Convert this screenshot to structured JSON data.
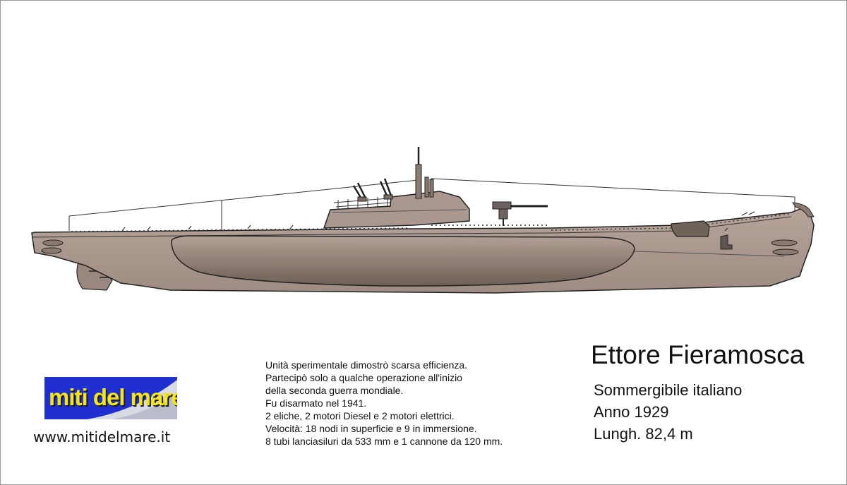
{
  "title": "Ettore Fieramosca",
  "info": {
    "type": "Sommergibile italiano",
    "year": "Anno 1929",
    "length": "Lungh. 82,4 m"
  },
  "description": [
    "Unità sperimentale dimostrò scarsa efficienza.",
    "Partecipò solo a qualche operazione all'inizio",
    "della seconda guerra mondiale.",
    "Fu disarmato nel 1941.",
    "2 eliche, 2 motori Diesel e 2 motori elettrici.",
    "Velocità: 18 nodi in superficie e 9 in immersione.",
    "8 tubi lanciasiluri da 533 mm e 1 cannone da 120 mm."
  ],
  "logo": {
    "text": "miti del mare"
  },
  "website": "www.mitidelmare.it",
  "colors": {
    "hull": "#a99790",
    "hull_dark": "#8a7a70",
    "blister_top": "#b3a097",
    "blister_bottom": "#6d5f55",
    "propeller": "#e8c21c",
    "logo_background": "#1f2fd0",
    "logo_text": "#f4e51a"
  }
}
